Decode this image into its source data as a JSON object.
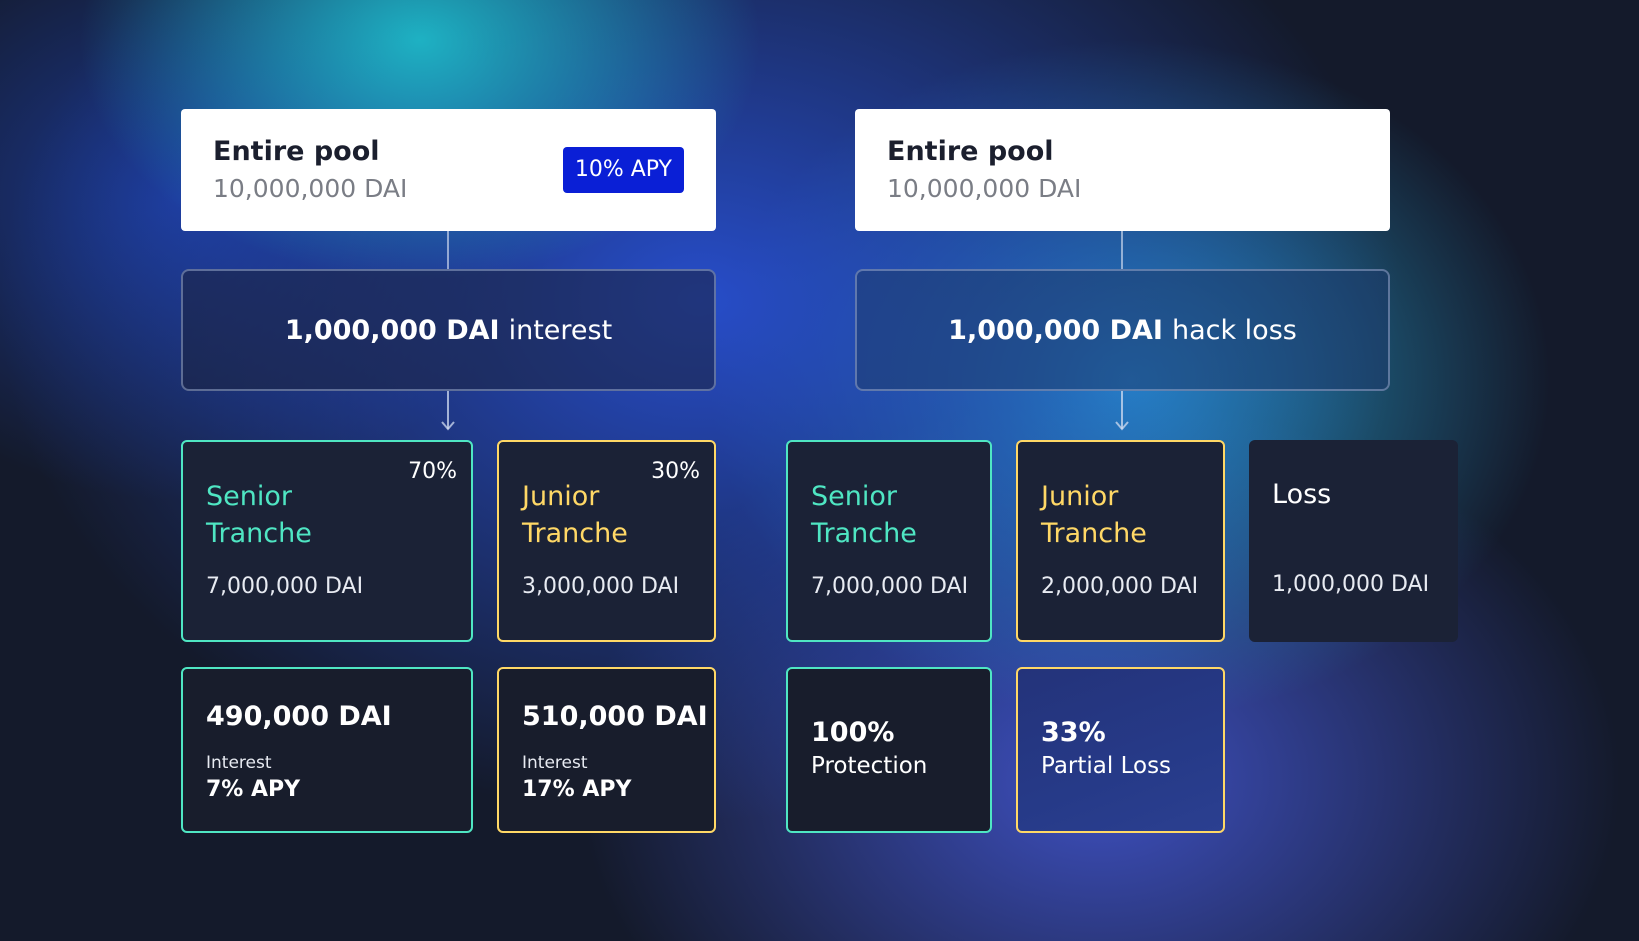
{
  "left": {
    "pool": {
      "title": "Entire pool",
      "amount": "10,000,000 DAI",
      "badge": "10% APY"
    },
    "event": {
      "amount": "1,000,000 DAI",
      "label": "interest"
    },
    "senior": {
      "name": "Senior Tranche",
      "percent": "70%",
      "amount": "7,000,000 DAI"
    },
    "junior": {
      "name": "Junior Tranche",
      "percent": "30%",
      "amount": "3,000,000 DAI"
    },
    "senior_result": {
      "amount": "490,000 DAI",
      "label": "Interest",
      "apy": "7% APY"
    },
    "junior_result": {
      "amount": "510,000 DAI",
      "label": "Interest",
      "apy": "17% APY"
    }
  },
  "right": {
    "pool": {
      "title": "Entire pool",
      "amount": "10,000,000 DAI"
    },
    "event": {
      "amount": "1,000,000 DAI",
      "label": "hack loss"
    },
    "senior": {
      "name": "Senior Tranche",
      "amount": "7,000,000 DAI"
    },
    "junior": {
      "name": "Junior Tranche",
      "amount": "2,000,000 DAI"
    },
    "loss": {
      "name": "Loss",
      "amount": "1,000,000 DAI"
    },
    "senior_result": {
      "percent": "100%",
      "label": "Protection"
    },
    "junior_result": {
      "percent": "33%",
      "label": "Partial Loss"
    }
  },
  "colors": {
    "senior": "#4fe6c3",
    "junior": "#ffd866",
    "badge": "#0a1fd6"
  }
}
